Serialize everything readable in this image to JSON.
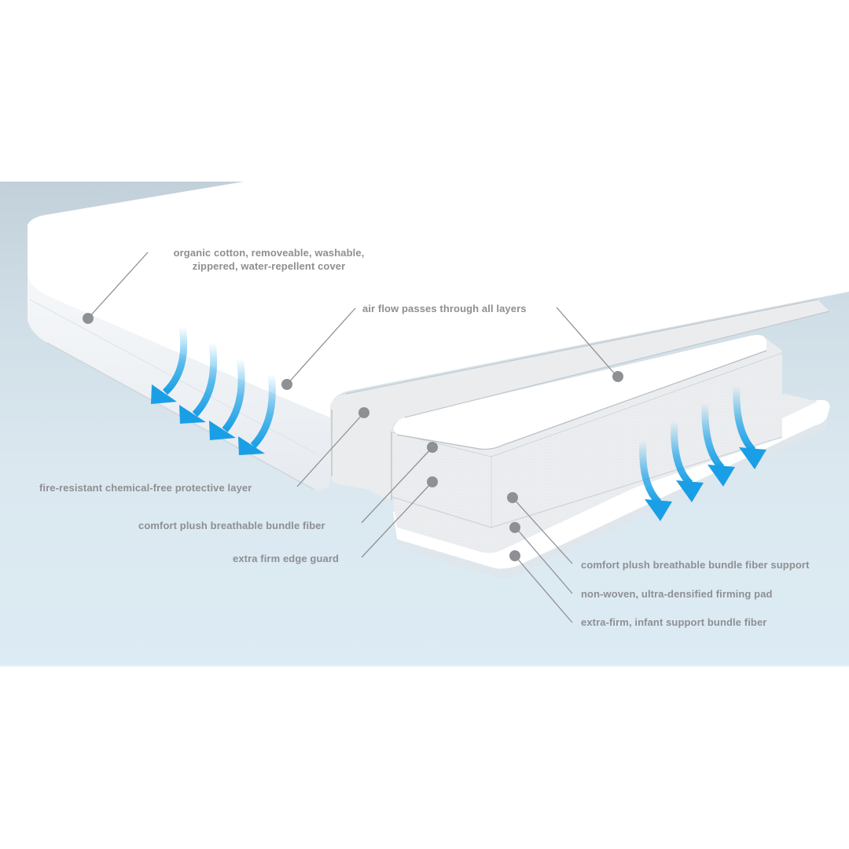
{
  "diagram": {
    "subject": "crib mattress layer cross-section",
    "colors": {
      "background_top": "#c2d0da",
      "background_bottom": "#dcebf4",
      "mattress": "#ffffff",
      "cutaway_band": "#e9ebed",
      "callout_dot": "#8f9094",
      "callout_line": "#8f9094",
      "label_text": "#8e8f93",
      "airflow_arrow": "#1aa3e8"
    },
    "callouts": [
      {
        "id": "cover",
        "line1": "organic cotton, removeable, washable,",
        "line2": "zippered, water-repellent cover"
      },
      {
        "id": "airflow",
        "text": "air flow passes through all layers"
      },
      {
        "id": "fire-layer",
        "text": "fire-resistant chemical-free protective layer"
      },
      {
        "id": "comfort-fiber",
        "text": "comfort plush breathable bundle fiber"
      },
      {
        "id": "edge-guard",
        "text": "extra firm edge guard"
      },
      {
        "id": "fiber-support",
        "text": "comfort plush breathable bundle fiber support"
      },
      {
        "id": "firming-pad",
        "text": "non-woven, ultra-densified firming pad"
      },
      {
        "id": "infant-fiber",
        "text": "extra-firm, infant support bundle fiber"
      }
    ],
    "airflow_arrows": {
      "left_group_count": 4,
      "right_group_count": 4,
      "icon": "curved-down-arrow-icon"
    }
  }
}
